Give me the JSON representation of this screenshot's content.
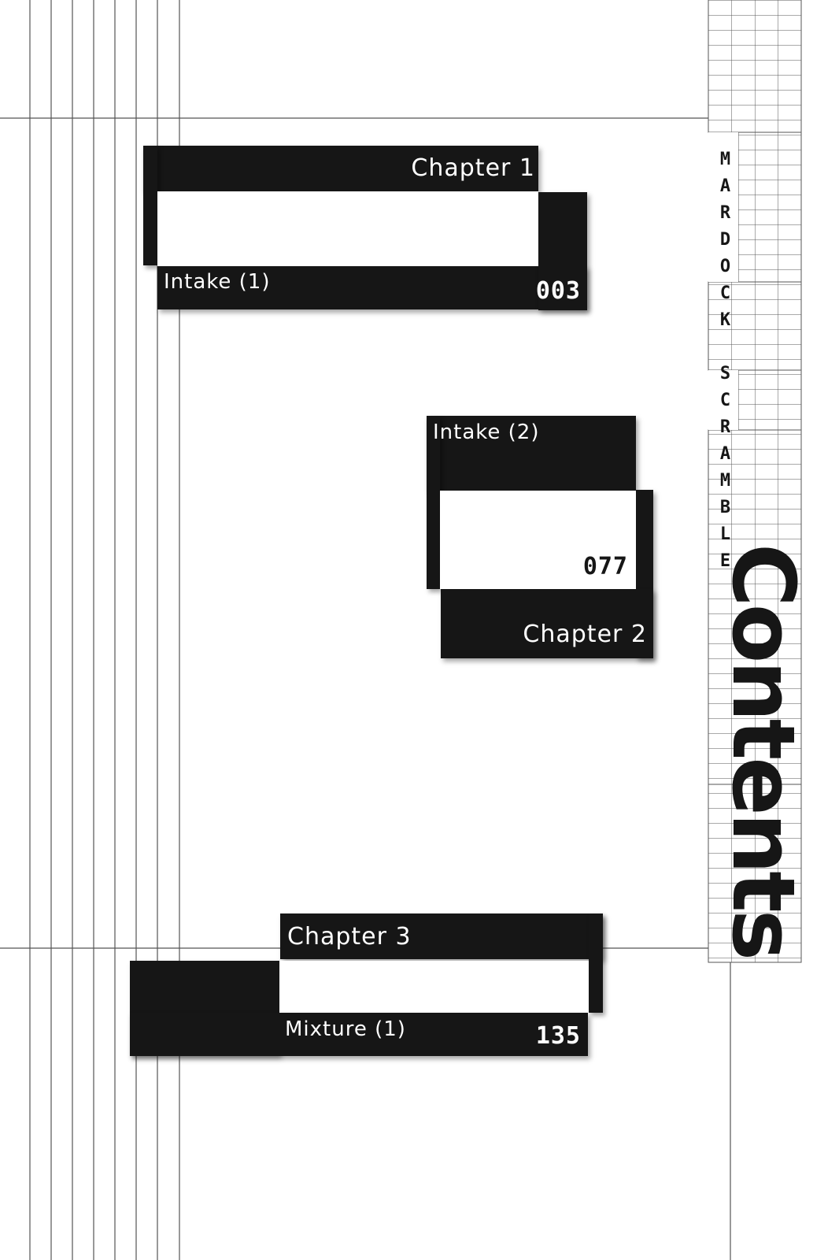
{
  "series_title": "MARDOCK SCRAMBLE",
  "page_title": "Contents",
  "entries": [
    {
      "chapter": "Chapter 1",
      "subtitle": "Intake (1)",
      "page": "003"
    },
    {
      "chapter": "Chapter 2",
      "subtitle": "Intake (2)",
      "page": "077"
    },
    {
      "chapter": "Chapter 3",
      "subtitle": "Mixture (1)",
      "page": "135"
    }
  ],
  "colors": {
    "ink": "#161616",
    "paper": "#ffffff",
    "rule": "#555555"
  }
}
